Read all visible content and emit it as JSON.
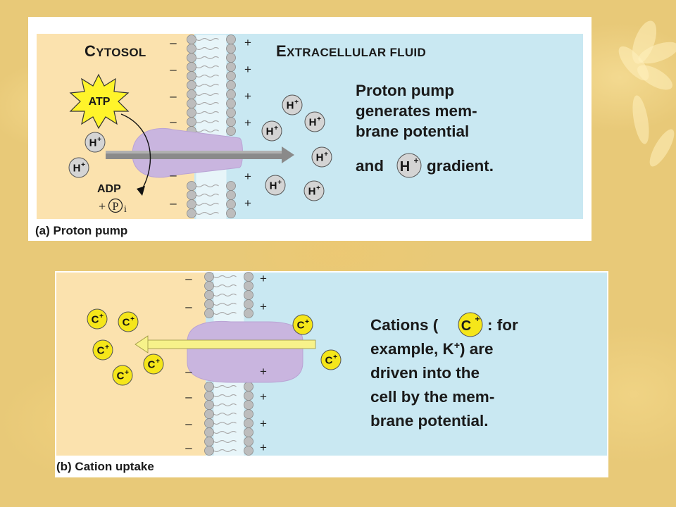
{
  "colors": {
    "background": "#e8c978",
    "cytosol": "#fbe2ae",
    "extracellular": "#c9e8f2",
    "pump": "#c9b5df",
    "atp_burst": "#fff42a",
    "h_ion": "#d4d4d4",
    "c_ion": "#f5e61a",
    "arrow_gray": "#8a8a8a",
    "arrow_yellow": "#f7f28a"
  },
  "icons": [
    "atp-burst-icon",
    "hydrogen-ion-icon",
    "cation-icon",
    "phospholipid-bilayer-icon",
    "transport-protein-icon",
    "arrow-icon"
  ],
  "panel_a": {
    "cytosol_title": "Cytosol",
    "extracellular_title": "Extracellular fluid",
    "atp_label": "ATP",
    "adp_label": "ADP",
    "pi_prefix": "+",
    "pi_symbol": "P",
    "pi_suffix": "i",
    "ion_label": "H",
    "ion_charge": "+",
    "minus": "–",
    "plus": "+",
    "note_lines": [
      "Proton pump",
      "generates mem-",
      "brane potential"
    ],
    "note_last_pre": "and",
    "note_last_post": "gradient.",
    "caption": "(a) Proton pump"
  },
  "panel_b": {
    "ion_label": "C",
    "ion_charge": "+",
    "minus": "–",
    "plus": "+",
    "note_first_pre": "Cations (",
    "note_first_post": ": for",
    "note_line2_pre": "example, K",
    "note_line2_sup": "+",
    "note_line2_post": ") are",
    "note_lines": [
      "driven into the",
      "cell by the mem-",
      "brane potential."
    ],
    "caption": "(b) Cation uptake"
  }
}
